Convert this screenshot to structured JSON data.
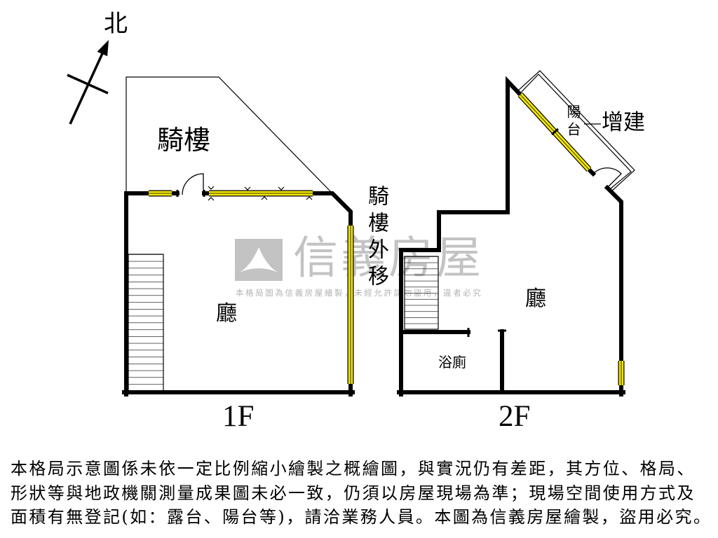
{
  "colors": {
    "background": "#ffffff",
    "wall": "#000000",
    "window": "#f3e600",
    "watermark": "#c3c3c3"
  },
  "compass": {
    "label": "北",
    "icon": "north-arrow-icon"
  },
  "floor_1f": {
    "label": "1F",
    "arcade": "騎樓",
    "hall": "廳",
    "arcade_note": "騎樓外移"
  },
  "floor_2f": {
    "label": "2F",
    "hall": "廳",
    "bathroom": "浴廁",
    "balcony": "陽台",
    "extension": "增建"
  },
  "watermark": {
    "logo_icon": "sinyi-logo-icon",
    "brand": "信義房屋",
    "notice": "本格局圖為信義房屋繪製，未經允許請勿盜用，違者必究"
  },
  "disclaimer": {
    "lines": [
      "本格局示意圖係未依一定比例縮小繪製之概繪圖，與實況仍有差距，其方位、格局、",
      "形狀等與地政機關測量成果圖未必一致，仍須以房屋現場為準；現場空間使用方式及",
      "面積有無登記(如：露台、陽台等)，請洽業務人員。本圖為信義房屋繪製，盜用必究。"
    ]
  }
}
